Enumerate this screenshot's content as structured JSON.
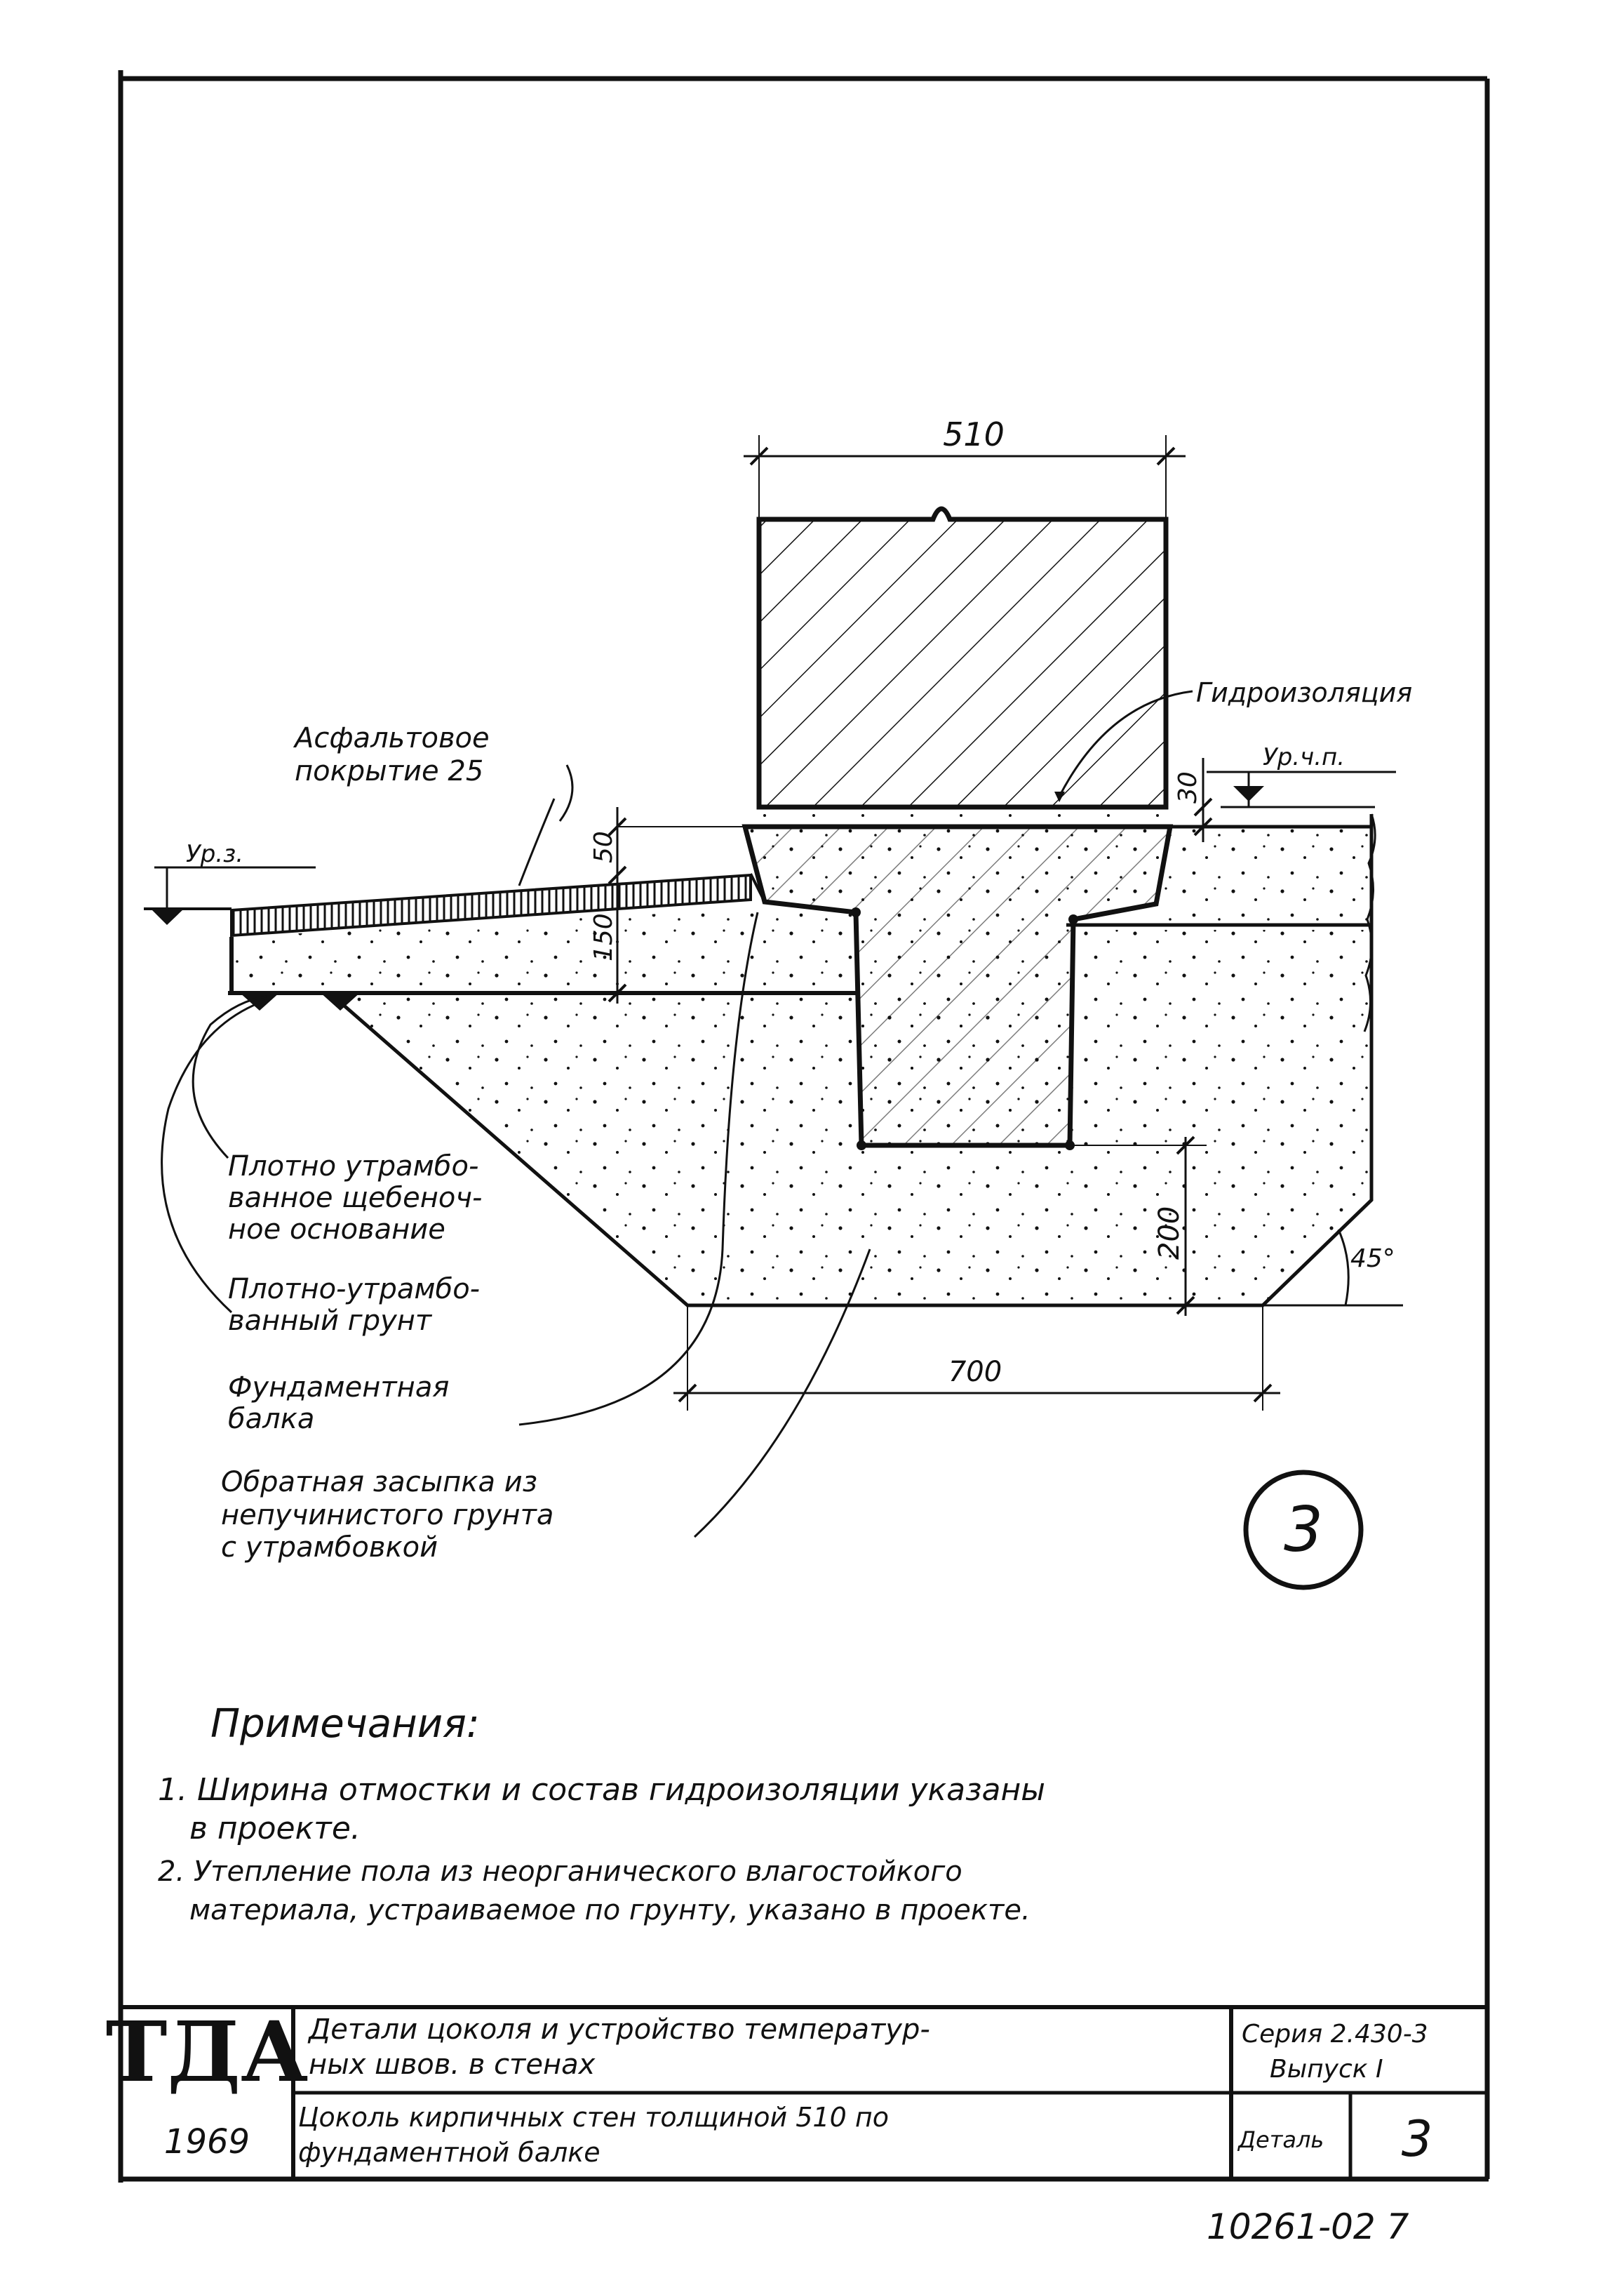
{
  "labels": {
    "wall_width": "510",
    "hydro": "Гидроизоляция",
    "level_floor": "Ур.ч.п.",
    "level_ground": "Ур.з.",
    "asphalt_l1": "Асфальтовое",
    "asphalt_l2": "покрытие 25",
    "dim_50": "50",
    "dim_150": "150",
    "dim_30": "30",
    "dim_200": "200",
    "dim_700": "700",
    "angle": "45°",
    "gravel_l1": "Плотно утрамбо-",
    "gravel_l2": "ванное щебеноч-",
    "gravel_l3": "ное основание",
    "soil_l1": "Плотно-утрамбо-",
    "soil_l2": "ванный грунт",
    "beam_l1": "Фундаментная",
    "beam_l2": "балка",
    "backfill_l1": "Обратная засыпка из",
    "backfill_l2": "непучинистого грунта",
    "backfill_l3": "с утрамбовкой",
    "detail_number": "3"
  },
  "notes": {
    "title": "Примечания:",
    "n1_l1": "1. Ширина отмостки и состав гидроизоляции указаны",
    "n1_l2": "в проекте.",
    "n2_l1": "2. Утепление пола из неорганического влагостойкого",
    "n2_l2": "материала, устраиваемое по грунту, указано в проекте."
  },
  "title_block": {
    "logo": "ТДА",
    "year": "1969",
    "title_l1": "Детали цоколя и устройство температур-",
    "title_l2": "ных швов. в стенах",
    "series_l1": "Серия 2.430-3",
    "series_l2": "Выпуск I",
    "subtitle_l1": "Цоколь кирпичных стен толщиной 510 по",
    "subtitle_l2": "фундаментной балке",
    "detail_label": "Деталь",
    "detail_value": "3"
  },
  "sheet_code": "10261-02 7"
}
